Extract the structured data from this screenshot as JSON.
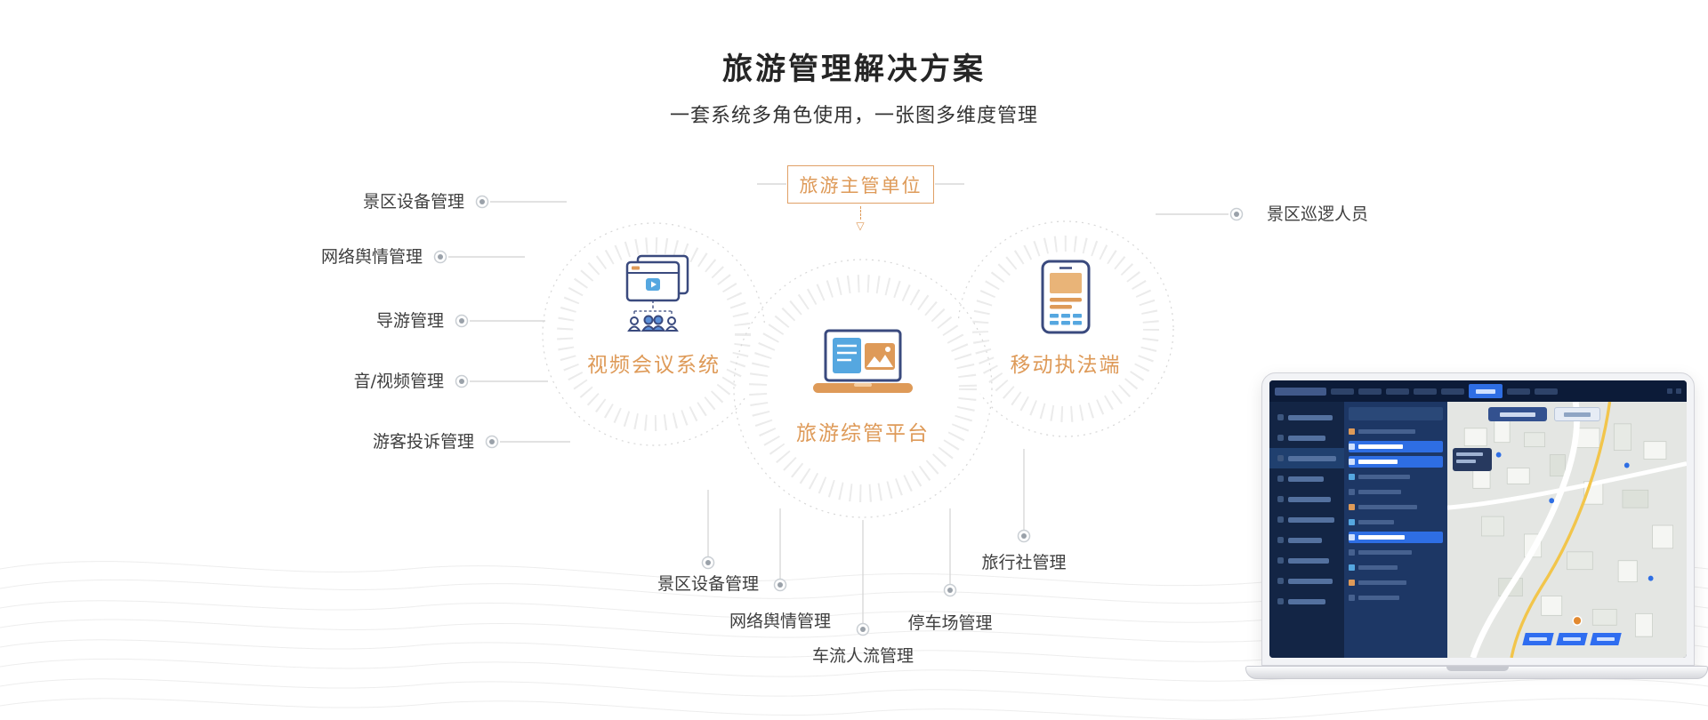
{
  "header": {
    "title": "旅游管理解决方案",
    "subtitle": "一套系统多角色使用，一张图多维度管理"
  },
  "diagram": {
    "authority_label": "旅游主管单位",
    "nodes": {
      "video": {
        "label": "视频会议系统"
      },
      "platform": {
        "label": "旅游综管平台"
      },
      "mobile": {
        "label": "移动执法端"
      }
    },
    "left_labels": [
      {
        "label": "景区设备管理"
      },
      {
        "label": "网络舆情管理"
      },
      {
        "label": "导游管理"
      },
      {
        "label": "音/视频管理"
      },
      {
        "label": "游客投诉管理"
      }
    ],
    "right_labels": [
      {
        "label": "景区巡逻人员"
      }
    ],
    "bottom_labels": [
      {
        "label": "景区设备管理"
      },
      {
        "label": "网络舆情管理"
      },
      {
        "label": "车流人流管理"
      },
      {
        "label": "停车场管理"
      },
      {
        "label": "旅行社管理"
      }
    ],
    "arrow_glyph": "▽"
  },
  "colors": {
    "accent_orange": "#DE9A58",
    "icon_navy": "#3A4A7E",
    "icon_blue": "#55A7E0",
    "highlight_blue": "#2E6EE4",
    "label_text": "#3E3E3E",
    "connector_gray": "#D8D8D8",
    "ring_gray": "#EBEBEB"
  }
}
